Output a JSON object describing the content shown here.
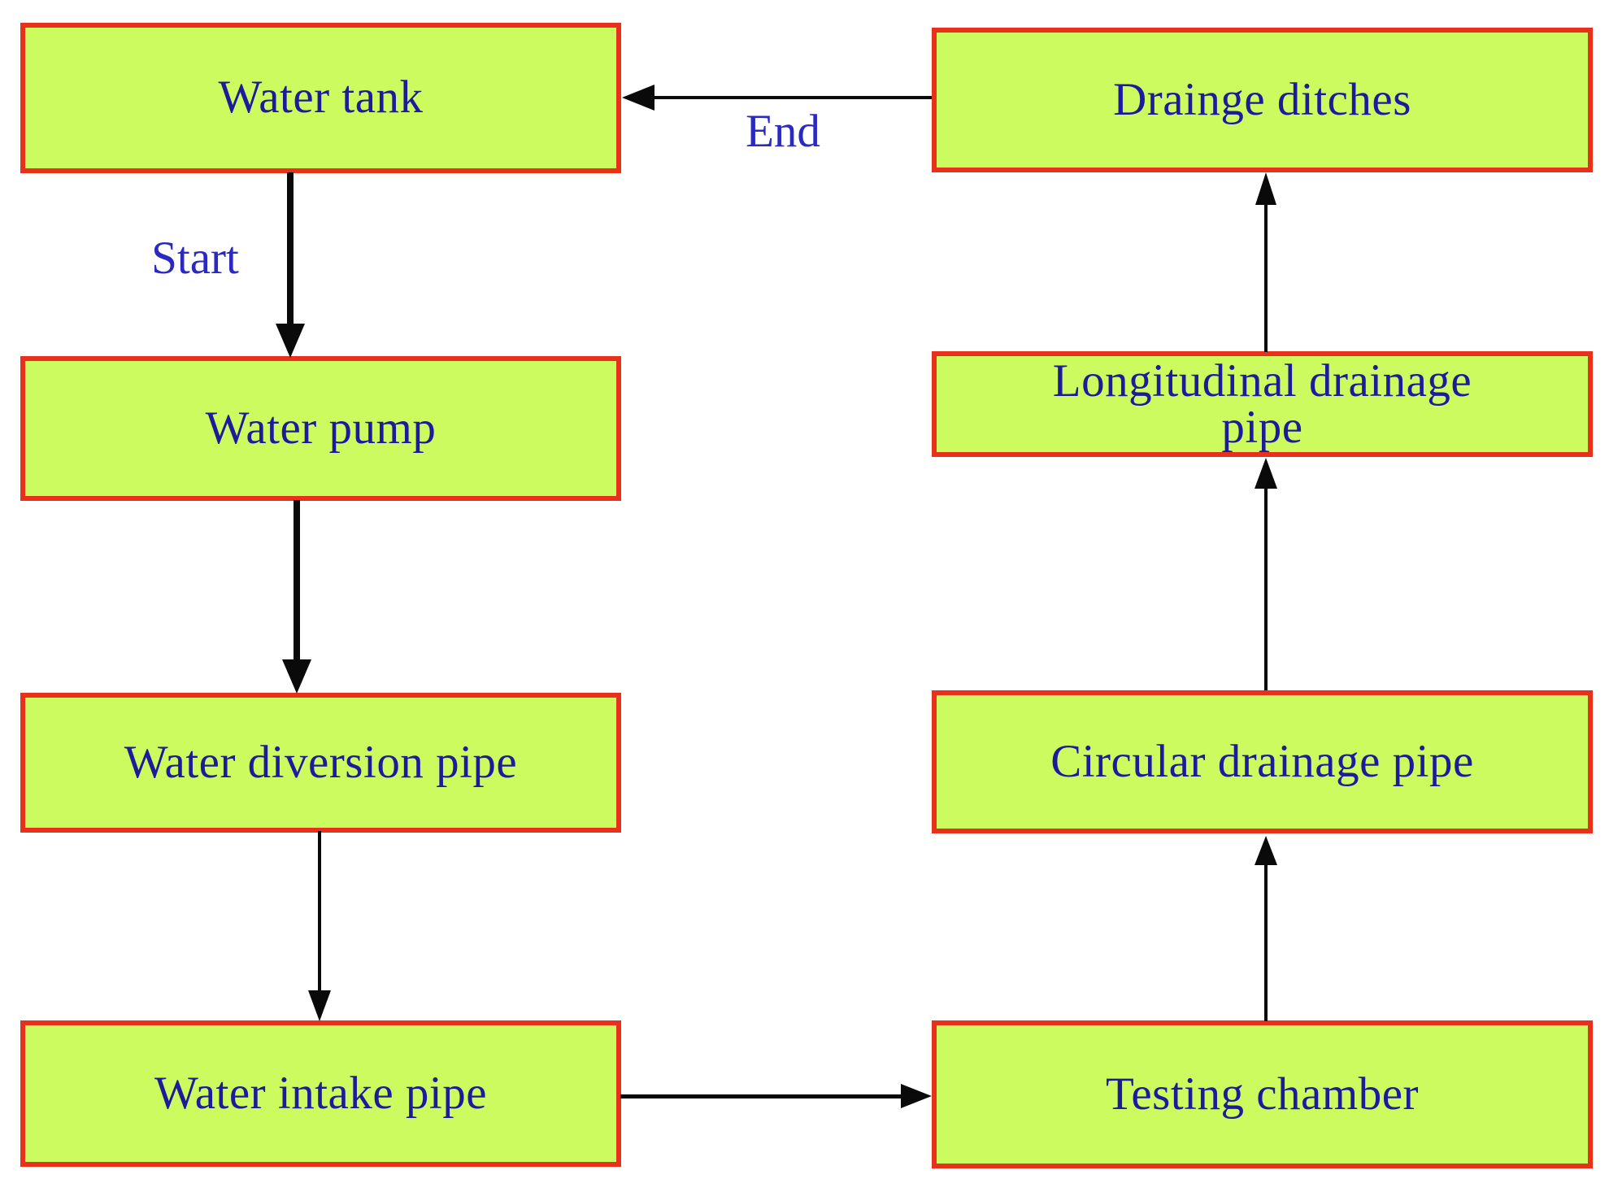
{
  "diagram": {
    "type": "flowchart",
    "nodes": {
      "water_tank": "Water tank",
      "water_pump": "Water pump",
      "water_diversion_pipe": "Water diversion pipe",
      "water_intake_pipe": "Water intake pipe",
      "testing_chamber": "Testing chamber",
      "circular_drainage_pipe": "Circular drainage pipe",
      "longitudinal_drainage_pipe": "Longitudinal drainage\npipe",
      "drainage_ditches": "Drainge ditches"
    },
    "edges": [
      {
        "from": "Water tank",
        "to": "Water pump",
        "label": "Start"
      },
      {
        "from": "Water pump",
        "to": "Water diversion pipe",
        "label": ""
      },
      {
        "from": "Water diversion pipe",
        "to": "Water intake pipe",
        "label": ""
      },
      {
        "from": "Water intake pipe",
        "to": "Testing chamber",
        "label": ""
      },
      {
        "from": "Testing chamber",
        "to": "Circular drainage pipe",
        "label": ""
      },
      {
        "from": "Circular drainage pipe",
        "to": "Longitudinal drainage pipe",
        "label": ""
      },
      {
        "from": "Longitudinal drainage pipe",
        "to": "Drainge ditches",
        "label": ""
      },
      {
        "from": "Drainge ditches",
        "to": "Water tank",
        "label": "End"
      }
    ],
    "colors": {
      "node_fill": "#ccfb5f",
      "node_border": "#e8301c",
      "node_text": "#1b1b9c",
      "edge_label_text": "#2a2ac0",
      "arrow": "#0a0a0a",
      "background": "#ffffff"
    }
  }
}
